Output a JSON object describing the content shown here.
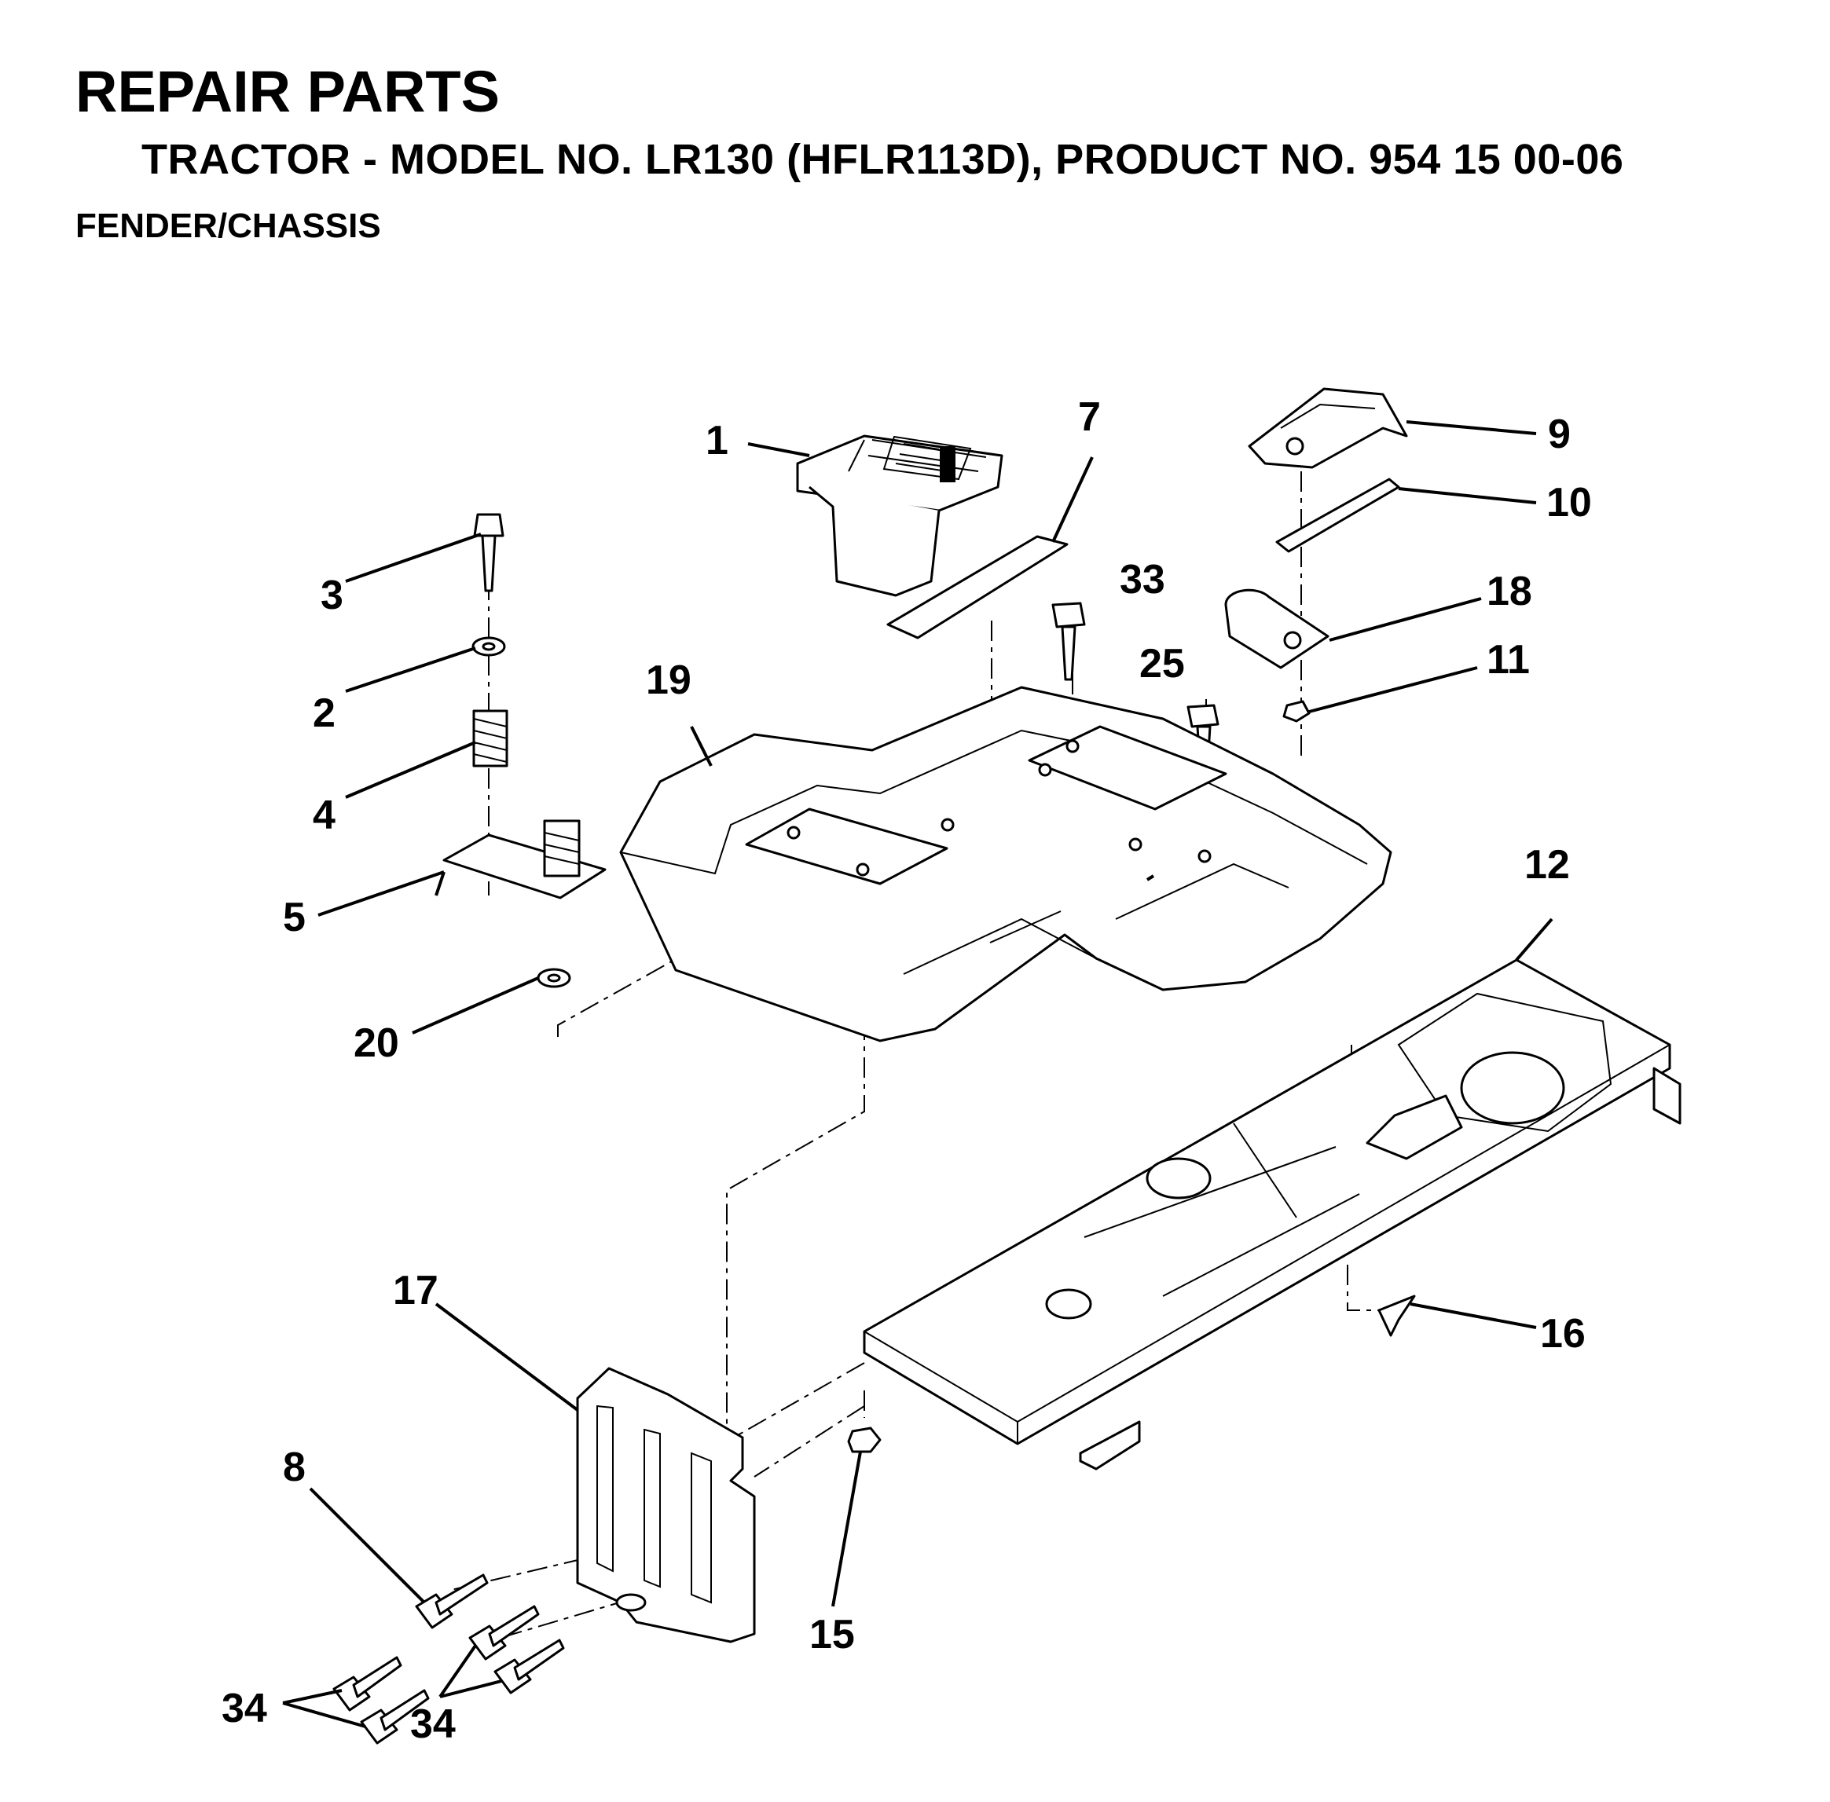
{
  "header": {
    "title": "REPAIR PARTS",
    "subtitle": "TRACTOR - MODEL NO. LR130 (HFLR113D), PRODUCT NO. 954 15 00-06",
    "section": "FENDER/CHASSIS"
  },
  "callouts": {
    "p1": "1",
    "p2": "2",
    "p3": "3",
    "p4": "4",
    "p5": "5",
    "p7": "7",
    "p8": "8",
    "p9": "9",
    "p10": "10",
    "p11": "11",
    "p12": "12",
    "p15": "15",
    "p16": "16",
    "p17": "17",
    "p18": "18",
    "p19": "19",
    "p20": "20",
    "p25": "25",
    "p33": "33",
    "p34a": "34",
    "p34b": "34"
  }
}
